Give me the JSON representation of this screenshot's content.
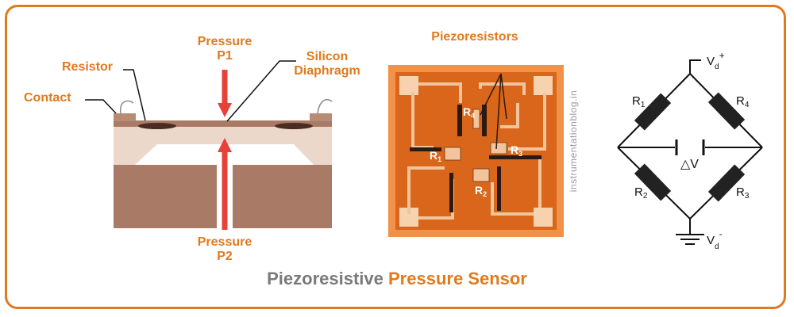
{
  "title": {
    "part1": "Piezoresistive",
    "part2": "Pressure Sensor"
  },
  "left_diagram": {
    "labels": {
      "pressure_p1": [
        "Pressure",
        "P1"
      ],
      "pressure_p2": [
        "Pressure",
        "P2"
      ],
      "resistor": "Resistor",
      "contact": "Contact",
      "silicon_diaphragm": [
        "Silicon",
        "Diaphragm"
      ]
    }
  },
  "middle_diagram": {
    "heading": "Piezoresistors",
    "resistors": [
      {
        "letter": "R",
        "sub": "4"
      },
      {
        "letter": "R",
        "sub": "3"
      },
      {
        "letter": "R",
        "sub": "1"
      },
      {
        "letter": "R",
        "sub": "2"
      }
    ]
  },
  "watermark": "instrumentationblog.in",
  "bridge": {
    "supply": {
      "letter": "V",
      "sub": "d",
      "sup": "+"
    },
    "ground": {
      "letter": "V",
      "sub": "d",
      "sup": "-"
    },
    "output": "△V",
    "resistors": [
      {
        "letter": "R",
        "sub": "1"
      },
      {
        "letter": "R",
        "sub": "4"
      },
      {
        "letter": "R",
        "sub": "2"
      },
      {
        "letter": "R",
        "sub": "3"
      }
    ]
  },
  "colors": {
    "accent": "#e07a1f",
    "arrow": "#e8413a",
    "substrate": "#a97b66",
    "layer": "#ecd7cb",
    "title_gray": "#7a7a7a",
    "chip_border": "#f0924a",
    "chip_die": "#d9661a"
  }
}
